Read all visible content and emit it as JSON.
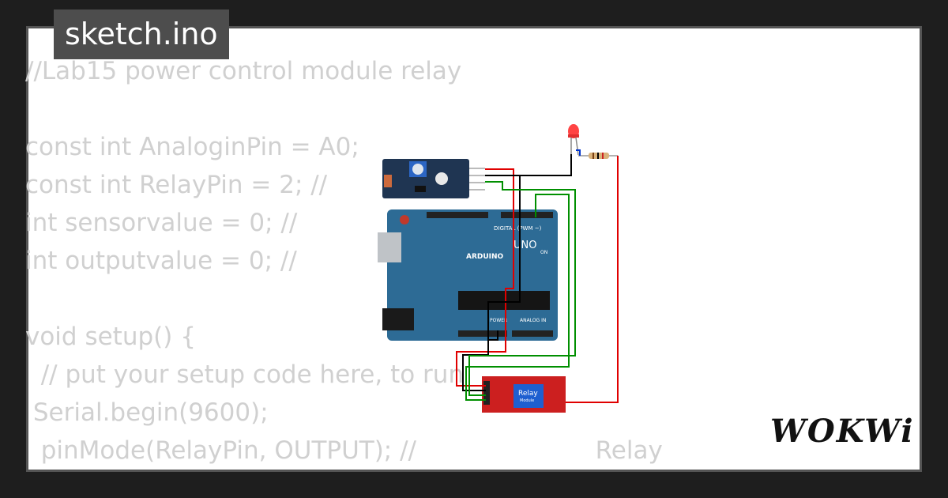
{
  "header": {
    "title": "sketch.ino"
  },
  "code_lines": [
    "//Lab15 power control module relay",
    "",
    "const int AnaloginPin = A0;",
    "const int RelayPin = 2; //",
    "int sensorvalue = 0; //",
    "int outputvalue = 0; //",
    "",
    "void setup() {",
    "  // put your setup code here, to run",
    " Serial.begin(9600);",
    "  pinMode(RelayPin, OUTPUT); //                       Relay"
  ],
  "circuit": {
    "board_brand": "ARDUINO",
    "board_model": "UNO",
    "board_on_label": "ON",
    "board_digital_label": "DIGITAL (PWM ~)",
    "board_analog_label": "ANALOG IN",
    "board_power_label": "POWER",
    "relay_label": "Relay",
    "relay_sublabel": "Module"
  },
  "logo": {
    "text": "WOKWi"
  },
  "colors": {
    "background": "#1e1e1e",
    "card": "#ffffff",
    "title_tab": "#4d4d4d",
    "code_text": "#d0d0d0",
    "board": "#2d6b95",
    "relay": "#cc1f1f",
    "wire_red": "#e00000",
    "wire_green": "#008f00",
    "wire_black": "#000000"
  }
}
